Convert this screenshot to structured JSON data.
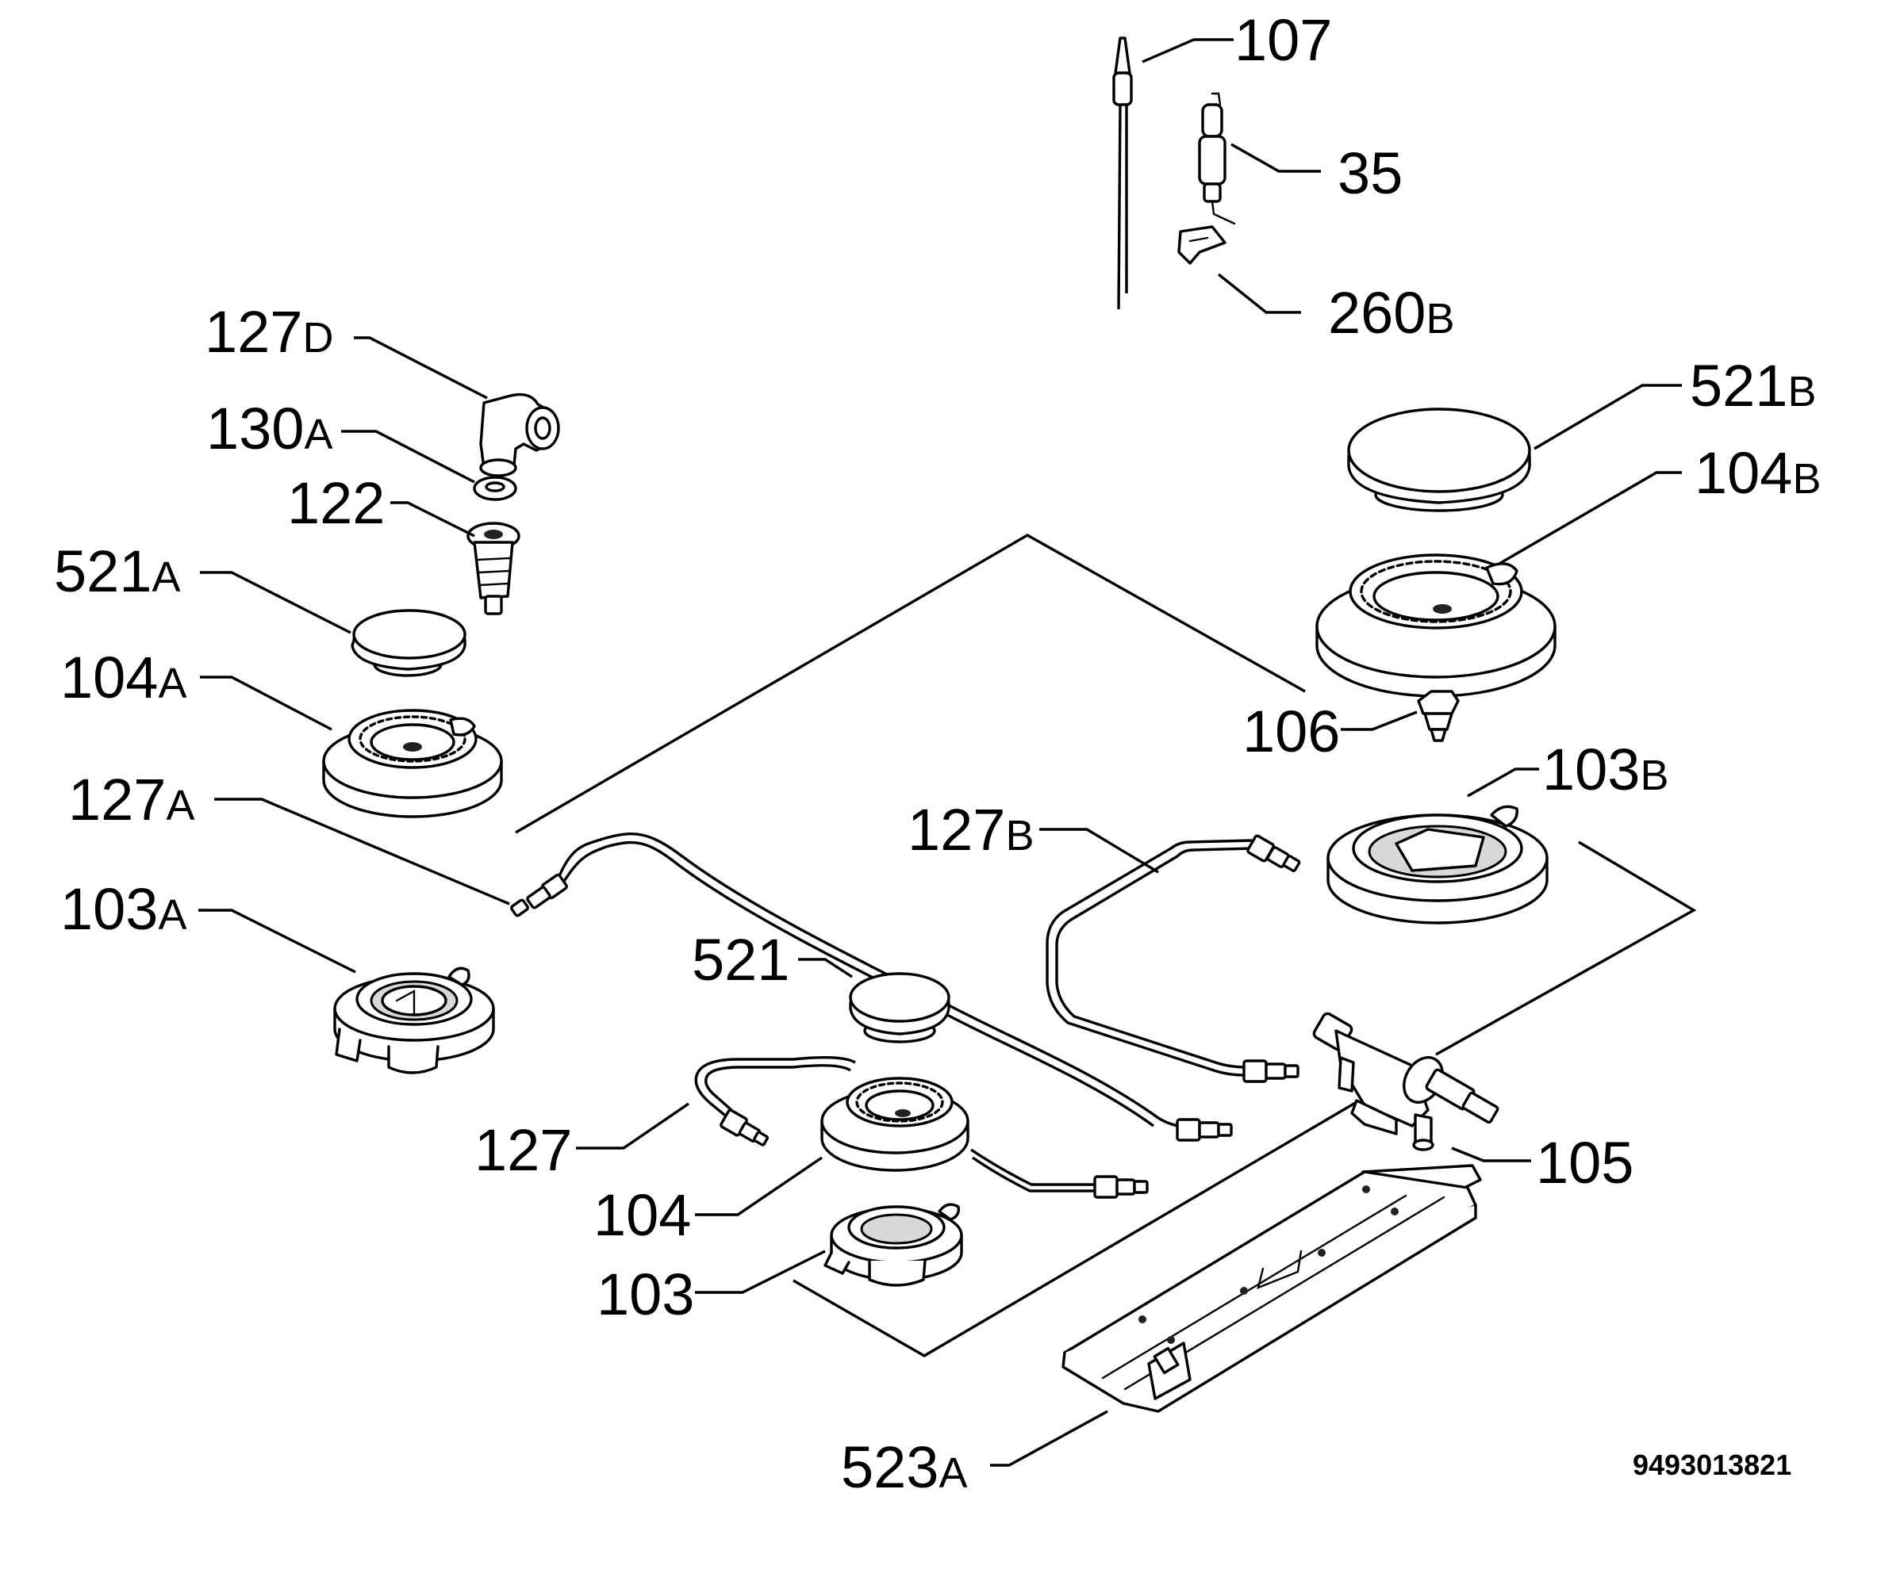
{
  "labels": {
    "p107": "107",
    "p35": "35",
    "p260b": {
      "num": "260",
      "suf": "B"
    },
    "p127d": {
      "num": "127",
      "suf": "D"
    },
    "p130a": {
      "num": "130",
      "suf": "A"
    },
    "p122": "122",
    "p521a": {
      "num": "521",
      "suf": "A"
    },
    "p104a": {
      "num": "104",
      "suf": "A"
    },
    "p127a": {
      "num": "127",
      "suf": "A"
    },
    "p103a": {
      "num": "103",
      "suf": "A"
    },
    "p521b": {
      "num": "521",
      "suf": "B"
    },
    "p104b": {
      "num": "104",
      "suf": "B"
    },
    "p106": "106",
    "p103b": {
      "num": "103",
      "suf": "B"
    },
    "p127b": {
      "num": "127",
      "suf": "B"
    },
    "p521": "521",
    "p127": "127",
    "p104": "104",
    "p103": "103",
    "p105": "105",
    "p523a": {
      "num": "523",
      "suf": "A"
    }
  },
  "drawing_code": "9493013821"
}
